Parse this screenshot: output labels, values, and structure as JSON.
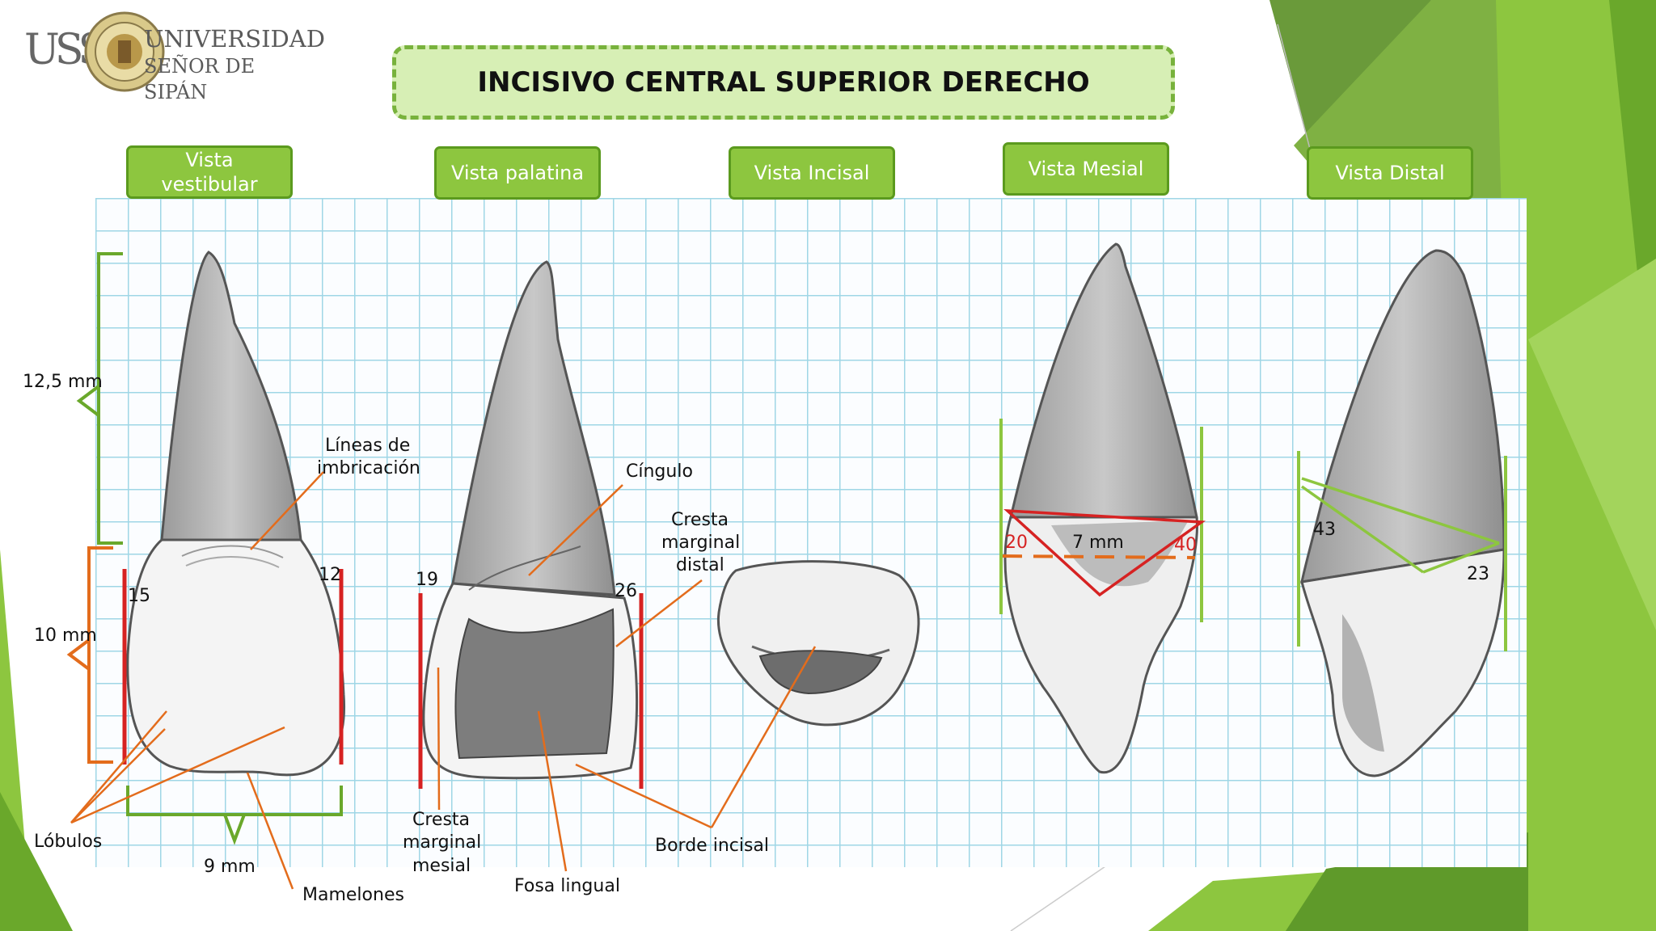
{
  "logo": {
    "mark": "USS",
    "line1": "UNIVERSIDAD",
    "line2": "SEÑOR DE SIPÁN"
  },
  "title": "INCISIVO CENTRAL SUPERIOR DERECHO",
  "views": {
    "vestibular": "Vista vestibular",
    "palatina": "Vista palatina",
    "incisal": "Vista Incisal",
    "mesial": "Vista Mesial",
    "distal": "Vista Distal"
  },
  "labels": {
    "root_length": "12,5 mm",
    "crown_length": "10 mm",
    "crown_width": "9 mm",
    "imbrication_line1": "Líneas de",
    "imbrication_line2": "imbricación",
    "lobulos": "Lóbulos",
    "mamelones": "Mamelones",
    "cingulo": "Cíngulo",
    "cresta_distal_1": "Cresta",
    "cresta_distal_2": "marginal",
    "cresta_distal_3": "distal",
    "cresta_mesial_1": "Cresta",
    "cresta_mesial_2": "marginal",
    "cresta_mesial_3": "mesial",
    "fosa_lingual": "Fosa lingual",
    "borde_incisal": "Borde incisal",
    "mesial_width": "7 mm"
  },
  "numbers": {
    "vest_left": "15",
    "vest_right": "12",
    "pal_left": "19",
    "pal_right": "26",
    "mesial_left": "20",
    "mesial_right": "40",
    "distal_left": "43",
    "distal_right": "23"
  },
  "colors": {
    "accent_green": "#8dc63f",
    "dark_green": "#5b9a1e",
    "orange": "#e36c1c",
    "red": "#d62222",
    "grid": "#9fd6e6"
  }
}
